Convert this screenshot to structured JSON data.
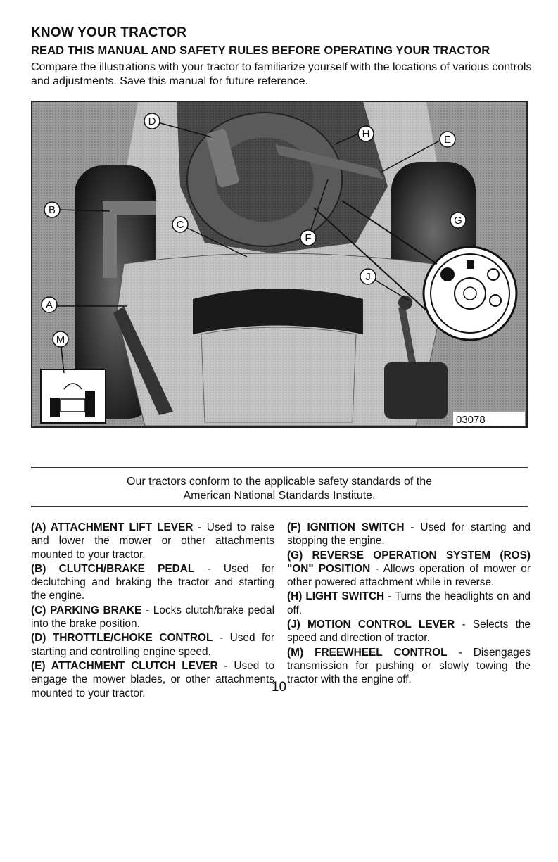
{
  "header": {
    "title": "KNOW YOUR TRACTOR",
    "subtitle": "READ THIS MANUAL AND SAFETY RULES BEFORE OPERATING YOUR TRACTOR",
    "intro": "Compare the illustrations with your tractor to familiarize yourself with the locations of various controls and adjustments. Save this manual for future reference."
  },
  "figure": {
    "id_label": "03078",
    "callouts": {
      "A": "A",
      "B": "B",
      "C": "C",
      "D": "D",
      "E": "E",
      "F": "F",
      "G": "G",
      "H": "H",
      "J": "J",
      "M": "M"
    }
  },
  "conformance": {
    "line1": "Our tractors conform to the applicable safety standards of the",
    "line2": "American National Standards Institute."
  },
  "descriptions": {
    "left": [
      {
        "term": "(A) ATTACHMENT LIFT LEVER",
        "text": " - Used to raise and lower the mower or other attachments mounted to your tractor."
      },
      {
        "term": "(B) CLUTCH/BRAKE PEDAL",
        "text": " - Used for declutching and braking the tractor and starting the engine."
      },
      {
        "term": "(C) PARKING BRAKE",
        "text": " - Locks clutch/brake pedal into the brake position."
      },
      {
        "term": "(D) THROTTLE/CHOKE CONTROL",
        "text": " - Used for starting and controlling engine speed."
      },
      {
        "term": "(E) ATTACHMENT CLUTCH LEVER",
        "text": " - Used to engage the mower blades, or other attachments mounted to your tractor."
      }
    ],
    "right": [
      {
        "term": "(F) IGNITION SWITCH",
        "text": " - Used for starting and stopping the engine."
      },
      {
        "term": "(G) REVERSE OPERATION SYSTEM (ROS) \"ON\" POSITION",
        "text": " - Allows operation of mower or other powered attachment while in reverse."
      },
      {
        "term": "(H) LIGHT SWITCH",
        "text": " - Turns the headlights on and off."
      },
      {
        "term": "(J) MOTION CONTROL LEVER",
        "text": " - Selects the speed and direction of tractor."
      },
      {
        "term": "(M) FREEWHEEL CONTROL",
        "text": " - Disengages transmission for pushing or slowly towing the tractor with the engine off."
      }
    ]
  },
  "footer": {
    "page_number": "10"
  }
}
